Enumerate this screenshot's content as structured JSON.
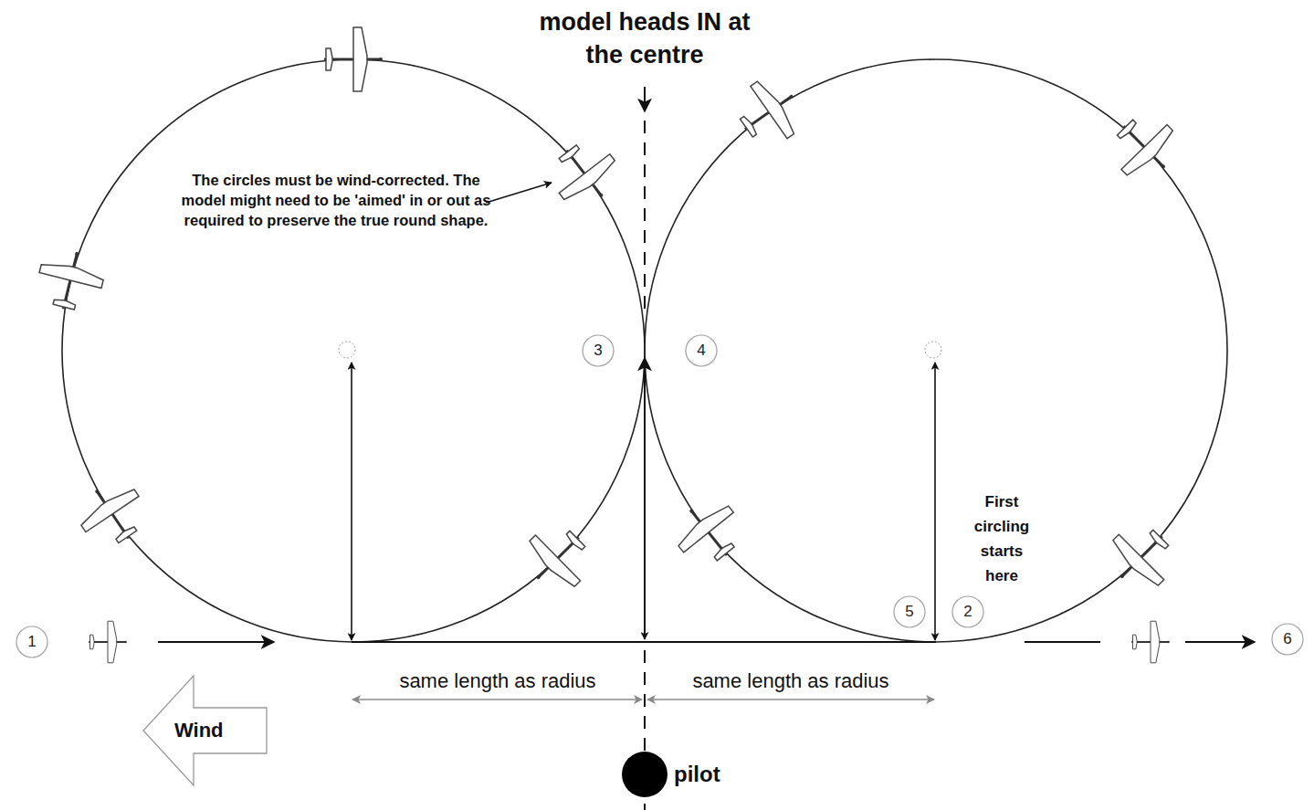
{
  "diagram": {
    "nodes": [
      {
        "text": [
          "3"
        ]
      },
      {
        "text": [
          "4"
        ]
      },
      {
        "text": [
          "5"
        ]
      },
      {
        "text": [
          "2"
        ]
      },
      {
        "text": [
          "1"
        ]
      },
      {
        "text": [
          "6"
        ]
      },
      {
        "text": [
          "Wind"
        ]
      },
      {
        "text": [
          "pilot"
        ]
      }
    ],
    "labels": [
      "model heads IN at the centre",
      "The circles must be wind-corrected. The model might need to be 'aimed' in or out as required to preserve the true round shape.",
      "First circling starts here",
      "same length as radius",
      "same length as radius"
    ]
  }
}
